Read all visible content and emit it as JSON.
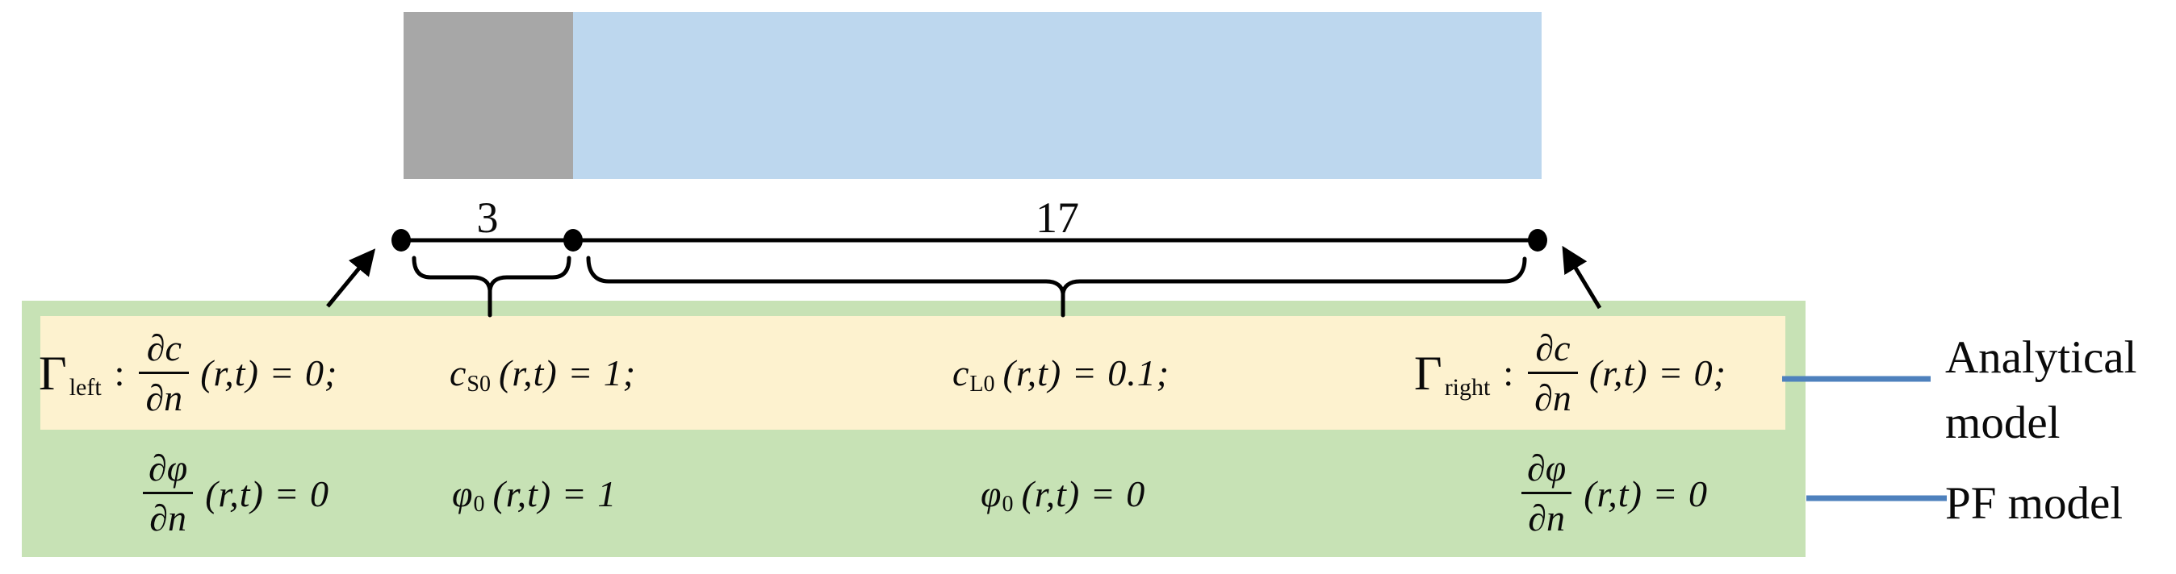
{
  "bar": {
    "solid_color": "#a7a7a7",
    "liquid_color": "#bdd7ee"
  },
  "dimensions": {
    "solid": "3",
    "liquid": "17"
  },
  "analytical_row": {
    "bc_left": {
      "gamma": "Γ",
      "gamma_sub": "left",
      "colon": ":",
      "num": "∂c",
      "den": "∂n",
      "args": "(r,t) = 0;"
    },
    "ic_solid": {
      "sym": "c",
      "sub": "S0",
      "args": "(r,t) = 1;"
    },
    "ic_liquid": {
      "sym": "c",
      "sub": "L0",
      "args": "(r,t) = 0.1;"
    },
    "bc_right": {
      "gamma": "Γ",
      "gamma_sub": "right",
      "colon": ":",
      "num": "∂c",
      "den": "∂n",
      "args": "(r,t) = 0;"
    }
  },
  "pf_row": {
    "bc_left": {
      "num": "∂φ",
      "den": "∂n",
      "args": "(r,t) = 0"
    },
    "ic_solid": {
      "sym": "φ",
      "sub": "0",
      "args": "(r,t) = 1"
    },
    "ic_liquid": {
      "sym": "φ",
      "sub": "0",
      "args": "(r,t) = 0"
    },
    "bc_right": {
      "num": "∂φ",
      "den": "∂n",
      "args": "(r,t) = 0"
    }
  },
  "legend": {
    "analytical": "Analytical model",
    "pf": "PF model",
    "connector_color": "#4e81bd"
  },
  "colors": {
    "panel_green": "#c7e2b5",
    "panel_yellow": "#fdf2cf",
    "text": "#0a0a0a"
  }
}
